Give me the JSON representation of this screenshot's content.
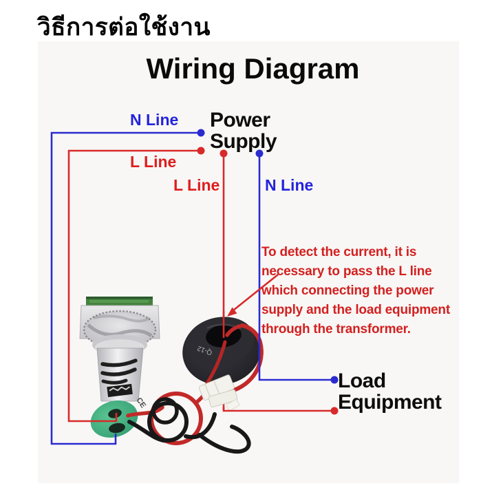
{
  "page": {
    "thai_title": "วิธีการต่อใช้งาน",
    "diagram_title": "Wiring Diagram"
  },
  "labels": {
    "n_line_top": "N Line",
    "l_line_top": "L Line",
    "l_line_mid": "L Line",
    "n_line_mid": "N Line",
    "power_supply": "Power\nSupply",
    "load_equipment": "Load\nEquipment"
  },
  "note": {
    "text": "To detect the current, it is\nnecessary to pass the L line\nwhich connecting the power\nsupply and the load equipment\nthrough the transformer."
  },
  "device": {
    "ce_marking": "CE",
    "transformer_marking": "Q-12"
  },
  "colors": {
    "wire_blue": "#2b2bd0",
    "wire_red": "#d82a2a",
    "text_blue": "#2323dd",
    "text_red": "#dd1d1d",
    "text_black": "#0d0d0d",
    "base_green": "#3aa578",
    "display_green": "#45823f"
  }
}
